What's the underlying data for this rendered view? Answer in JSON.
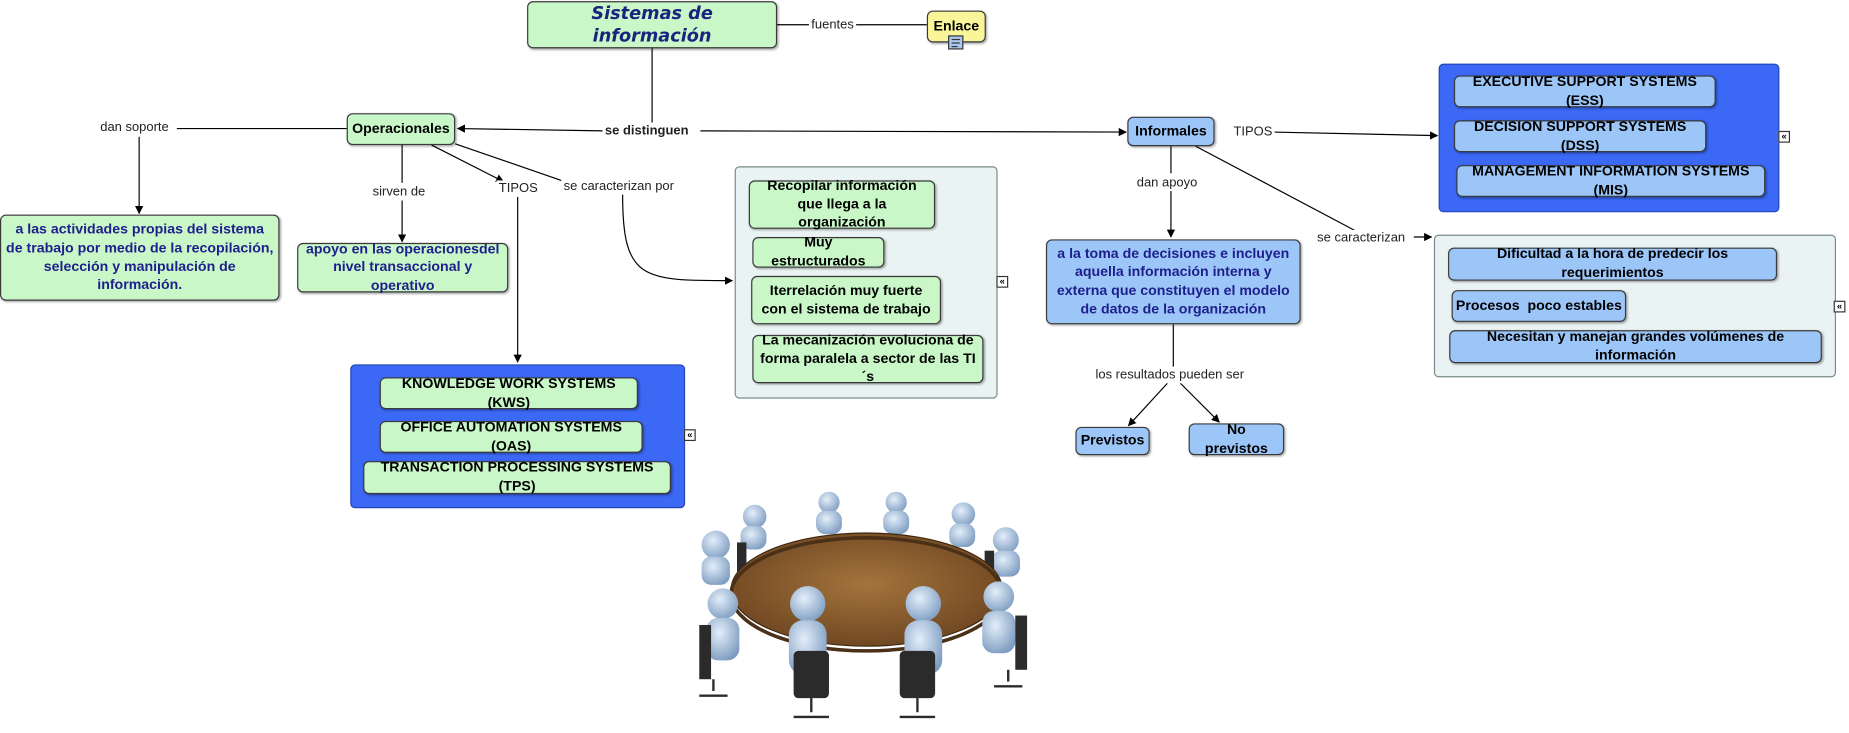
{
  "nodes": {
    "root": "Sistemas de información",
    "enlace": "Enlace",
    "operacionales": "Operacionales",
    "informales": "Informales",
    "actividades": "a las actividades propias del sistema de trabajo por medio de la recopilación, selección y manipulación de información.",
    "apoyo": "apoyo en las operacionesdel nivel transaccional y operativo",
    "toma": "a la toma de decisiones e incluyen aquella información interna y externa que constituyen el modelo de datos de la organización",
    "previstos": "Previstos",
    "no_previstos": "No previstos"
  },
  "groups": {
    "operational_types": [
      "KNOWLEDGE WORK SYSTEMS (KWS)",
      "OFFICE AUTOMATION SYSTEMS (OAS)",
      "TRANSACTION PROCESSING SYSTEMS (TPS)"
    ],
    "operational_traits": [
      "Recopilar información que llega a la organización",
      "Muy estructurados",
      "Iterrelación muy fuerte con el sistema de trabajo",
      "La mecanización evoluciona de forma paralela a sector de las TI´s"
    ],
    "informal_types": [
      "EXECUTIVE SUPPORT SYSTEMS (ESS)",
      "DECISION SUPPORT SYSTEMS (DSS)",
      "MANAGEMENT INFORMATION SYSTEMS (MIS)"
    ],
    "informal_traits": [
      "Dificultad a la hora de predecir los requerimientos",
      "Procesos  poco estables",
      "Necesitan y manejan grandes volúmenes de información"
    ]
  },
  "links": {
    "fuentes": "fuentes",
    "se_distinguen": "se distinguen",
    "dan_soporte": "dan soporte",
    "sirven_de": "sirven de",
    "tipos_op": "TIPOS",
    "se_caracterizan_por": "se caracterizan por",
    "tipos_inf": "TIPOS",
    "dan_apoyo": "dan apoyo",
    "se_caracterizan": "se caracterizan",
    "los_resultados": "los resultados pueden ser"
  },
  "icons": {
    "collapse": "collapse-icon",
    "resource": "document-icon",
    "illustration": "meeting-table-image"
  },
  "colors": {
    "green_node": "#c9f7c8",
    "light_blue_node": "#9cc6f8",
    "blue_group": "#3b68f5",
    "yellow_node": "#fbf59a",
    "gray_group": "#eaf3f3"
  }
}
